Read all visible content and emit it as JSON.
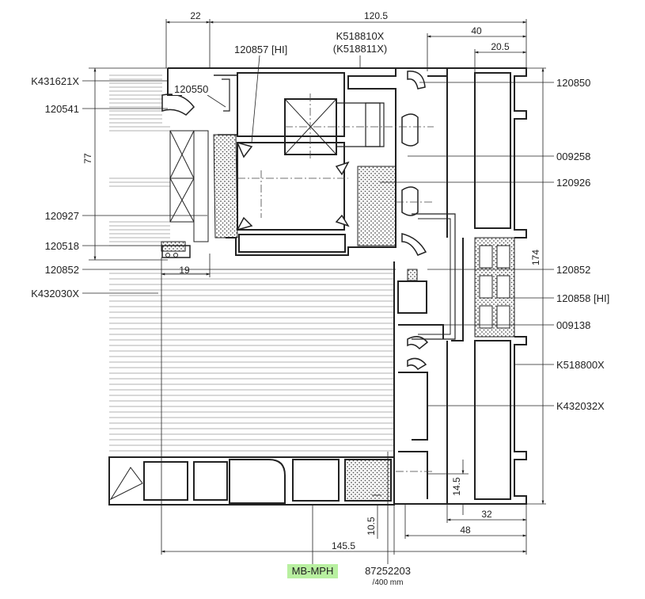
{
  "labels": {
    "left": [
      "K431621X",
      "120541",
      "120927",
      "120518",
      "120852",
      "K432030X"
    ],
    "right": [
      "120850",
      "009258",
      "120926",
      "120852",
      "120858 [HI]",
      "009138",
      "K518800X",
      "K432032X"
    ],
    "inner": {
      "l120550": "120550",
      "l120857": "120857 [HI]",
      "lk518810": "K518810X",
      "lk518811": "(K518811X)"
    },
    "bottom": {
      "system": "MB-MPH",
      "part": "87252203",
      "part_note": "/400 mm"
    }
  },
  "dimensions": {
    "d22": "22",
    "d120_5": "120.5",
    "d40": "40",
    "d20_5": "20.5",
    "d77": "77",
    "d19": "19",
    "d174": "174",
    "d14_5": "14.5",
    "d10_5": "10.5",
    "d32": "32",
    "d48": "48",
    "d145_5": "145.5"
  },
  "colors": {
    "line": "#222222",
    "highlight": "#b8f0a0"
  }
}
